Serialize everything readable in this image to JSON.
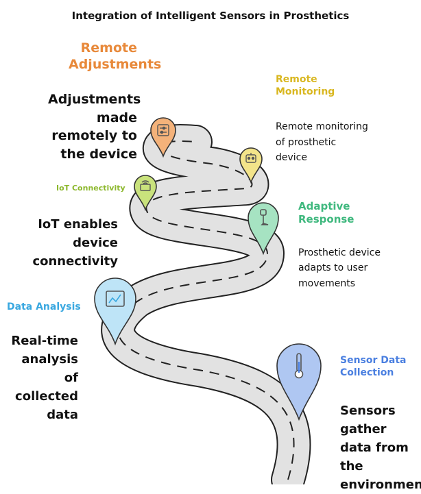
{
  "title": "Integration of Intelligent Sensors in Prosthetics",
  "stages": [
    {
      "heading": "Remote Adjustments",
      "description": "Adjustments made remotely to the device",
      "color": "#E8893A",
      "icon": "sliders-icon"
    },
    {
      "heading": "Remote Monitoring",
      "description": "Remote monitoring of prosthetic device",
      "color": "#E8C830",
      "icon": "robot-icon"
    },
    {
      "heading": "IoT Connectivity",
      "description": "IoT enables device connectivity",
      "color": "#9BC53D",
      "icon": "router-icon"
    },
    {
      "heading": "Adaptive Response",
      "description": "Prosthetic device adapts to user movements",
      "color": "#4CC38A",
      "icon": "prosthetic-leg-icon"
    },
    {
      "heading": "Data Analysis",
      "description": "Real-time analysis of collected data",
      "color": "#3AA8E0",
      "icon": "line-chart-icon"
    },
    {
      "heading": "Sensor Data Collection",
      "description": "Sensors gather data from the environment",
      "color": "#4A7FE0",
      "icon": "thermometer-icon"
    }
  ]
}
